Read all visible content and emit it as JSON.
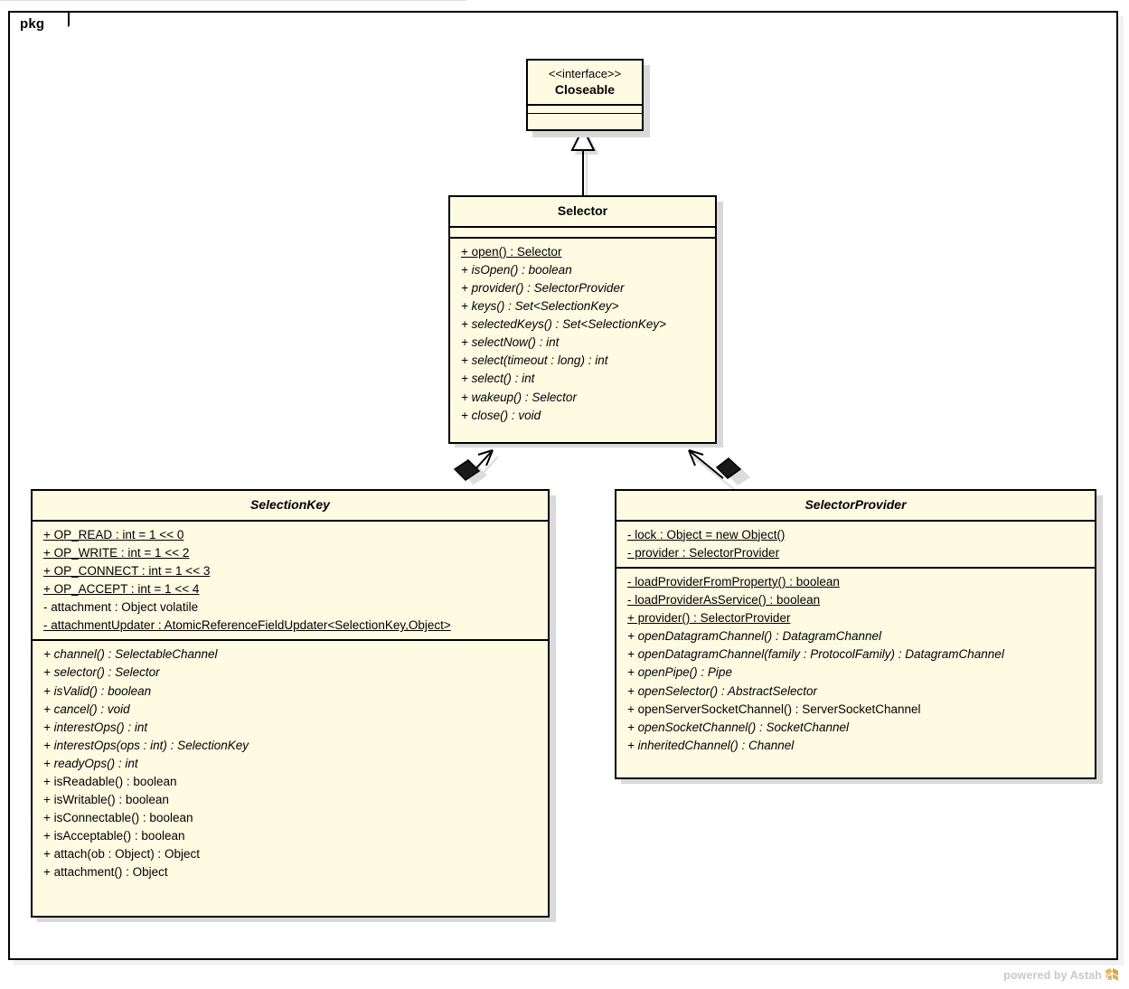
{
  "package": {
    "tab_label": "pkg"
  },
  "watermark": {
    "text": "powered by Astah",
    "logo_name": "astah-logo"
  },
  "classes": {
    "closeable": {
      "stereotype": "<<interface>>",
      "name": "Closeable",
      "attributes": [],
      "operations": []
    },
    "selector": {
      "name": "Selector",
      "attributes": [],
      "operations": [
        {
          "text": "+ open() : Selector",
          "static": true,
          "abstract": false
        },
        {
          "text": "+ isOpen() : boolean",
          "static": false,
          "abstract": true
        },
        {
          "text": "+ provider() : SelectorProvider",
          "static": false,
          "abstract": true
        },
        {
          "text": "+ keys() : Set<SelectionKey>",
          "static": false,
          "abstract": true
        },
        {
          "text": "+ selectedKeys() : Set<SelectionKey>",
          "static": false,
          "abstract": true
        },
        {
          "text": "+ selectNow() : int",
          "static": false,
          "abstract": true
        },
        {
          "text": "+ select(timeout : long) : int",
          "static": false,
          "abstract": true
        },
        {
          "text": "+ select() : int",
          "static": false,
          "abstract": true
        },
        {
          "text": "+ wakeup() : Selector",
          "static": false,
          "abstract": true
        },
        {
          "text": "+ close() : void",
          "static": false,
          "abstract": true
        }
      ]
    },
    "selectionkey": {
      "name": "SelectionKey",
      "attributes": [
        {
          "text": "+ OP_READ : int = 1 << 0",
          "static": true,
          "abstract": false
        },
        {
          "text": "+ OP_WRITE : int = 1 << 2",
          "static": true,
          "abstract": false
        },
        {
          "text": "+ OP_CONNECT : int = 1 << 3",
          "static": true,
          "abstract": false
        },
        {
          "text": "+ OP_ACCEPT : int = 1 << 4",
          "static": true,
          "abstract": false
        },
        {
          "text": "- attachment : Object volatile",
          "static": false,
          "abstract": false
        },
        {
          "text": "- attachmentUpdater : AtomicReferenceFieldUpdater<SelectionKey,Object>",
          "static": true,
          "abstract": false
        }
      ],
      "operations": [
        {
          "text": "+ channel() : SelectableChannel",
          "static": false,
          "abstract": true
        },
        {
          "text": "+ selector() : Selector",
          "static": false,
          "abstract": true
        },
        {
          "text": "+ isValid() : boolean",
          "static": false,
          "abstract": true
        },
        {
          "text": "+ cancel() : void",
          "static": false,
          "abstract": true
        },
        {
          "text": "+ interestOps() : int",
          "static": false,
          "abstract": true
        },
        {
          "text": "+ interestOps(ops : int) : SelectionKey",
          "static": false,
          "abstract": true
        },
        {
          "text": "+ readyOps() : int",
          "static": false,
          "abstract": true
        },
        {
          "text": "+ isReadable() : boolean",
          "static": false,
          "abstract": false
        },
        {
          "text": "+ isWritable() : boolean",
          "static": false,
          "abstract": false
        },
        {
          "text": "+ isConnectable() : boolean",
          "static": false,
          "abstract": false
        },
        {
          "text": "+ isAcceptable() : boolean",
          "static": false,
          "abstract": false
        },
        {
          "text": "+ attach(ob : Object) : Object",
          "static": false,
          "abstract": false
        },
        {
          "text": "+ attachment() : Object",
          "static": false,
          "abstract": false
        }
      ]
    },
    "selectorprovider": {
      "name": "SelectorProvider",
      "attributes": [
        {
          "text": "- lock : Object = new Object()",
          "static": true,
          "abstract": false
        },
        {
          "text": "- provider : SelectorProvider",
          "static": true,
          "abstract": false
        }
      ],
      "operations": [
        {
          "text": "- loadProviderFromProperty() : boolean",
          "static": true,
          "abstract": false
        },
        {
          "text": "- loadProviderAsService() : boolean",
          "static": true,
          "abstract": false
        },
        {
          "text": "+ provider() : SelectorProvider",
          "static": true,
          "abstract": false
        },
        {
          "text": "+ openDatagramChannel() : DatagramChannel",
          "static": false,
          "abstract": true
        },
        {
          "text": "+ openDatagramChannel(family : ProtocolFamily) : DatagramChannel",
          "static": false,
          "abstract": true
        },
        {
          "text": "+ openPipe() : Pipe",
          "static": false,
          "abstract": true
        },
        {
          "text": "+ openSelector() : AbstractSelector",
          "static": false,
          "abstract": true
        },
        {
          "text": "+ openServerSocketChannel() : ServerSocketChannel",
          "static": false,
          "abstract": false
        },
        {
          "text": "+ openSocketChannel() : SocketChannel",
          "static": false,
          "abstract": true
        },
        {
          "text": "+ inheritedChannel() : Channel",
          "static": false,
          "abstract": true
        }
      ]
    }
  },
  "relationships": [
    {
      "name": "realization-selector-closeable",
      "type": "generalization",
      "from": "Selector",
      "to": "Closeable"
    },
    {
      "name": "composition-selectionkey-selector",
      "type": "composition",
      "from": "SelectionKey",
      "to": "Selector"
    },
    {
      "name": "composition-selectorprovider-selector",
      "type": "composition",
      "from": "SelectorProvider",
      "to": "Selector"
    }
  ],
  "colors": {
    "class_fill": "#fdfbe2",
    "border": "#000000",
    "shadow": "#d9d9d9",
    "watermark": "#c9c9c9"
  }
}
